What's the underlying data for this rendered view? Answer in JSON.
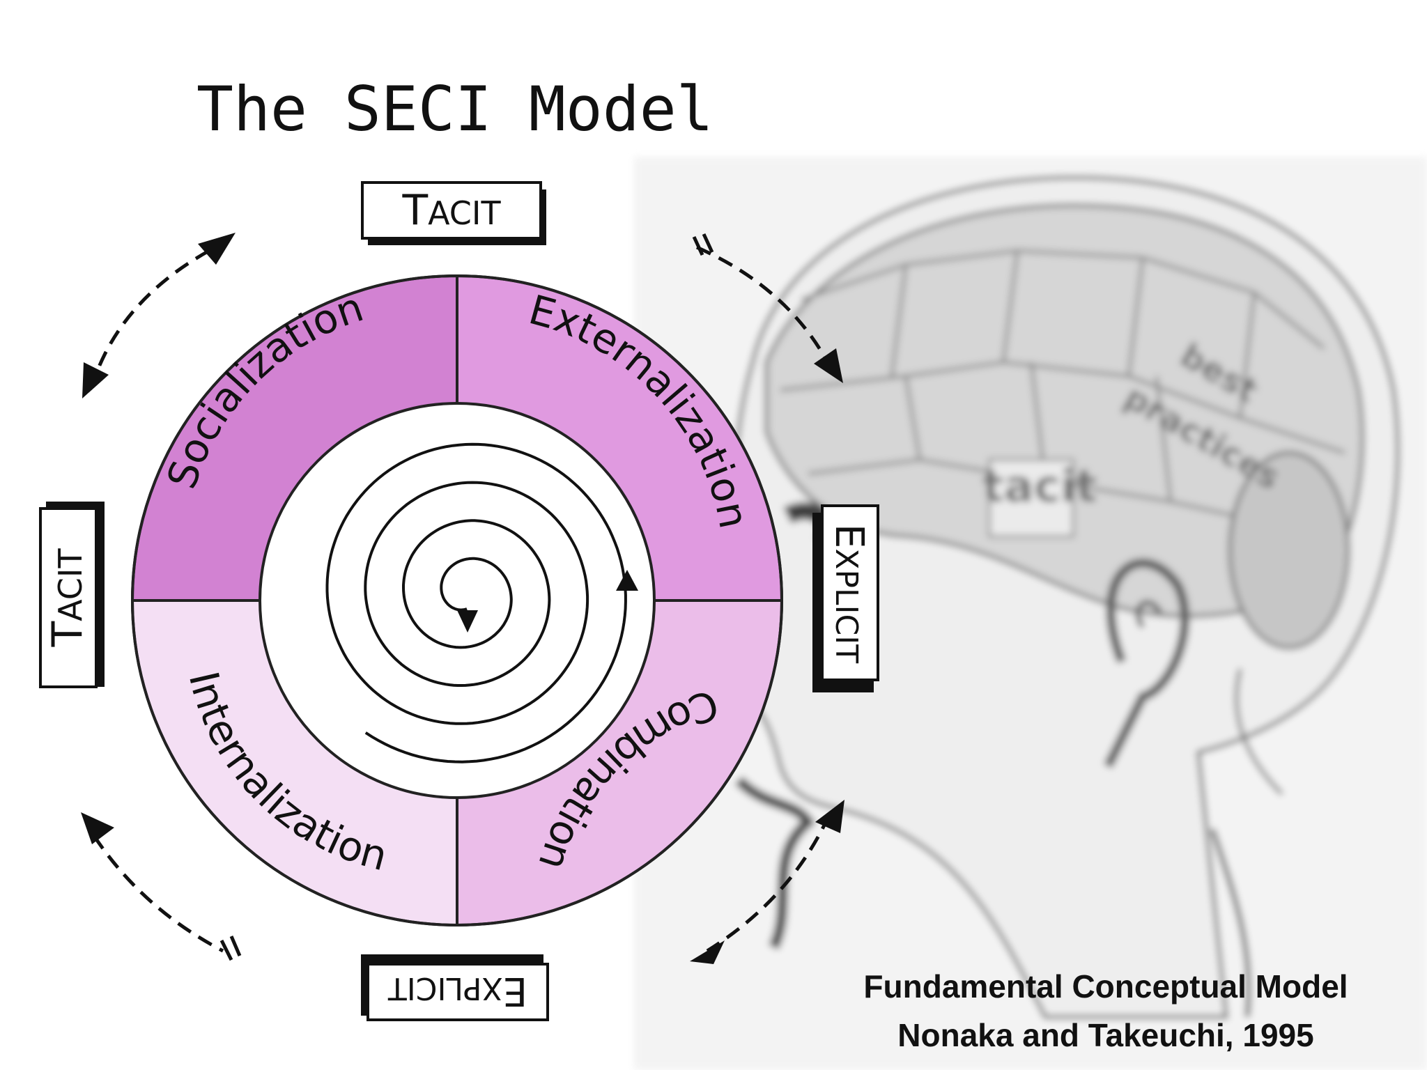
{
  "slide": {
    "title": "The SECI Model",
    "caption_line1": "Fundamental Conceptual Model",
    "caption_line2": "Nonaka and Takeuchi, 1995"
  },
  "labels": {
    "top": {
      "first": "T",
      "rest": "ACIT"
    },
    "left": {
      "first": "T",
      "rest": "ACIT"
    },
    "right": {
      "first": "E",
      "rest": "XPLICIT"
    },
    "bottom": {
      "first": "E",
      "rest": "XPLICIT"
    }
  },
  "quadrants": {
    "socialization": "Socialization",
    "externalization": "Externalization",
    "combination": "Combination",
    "internalization": "Internalization"
  },
  "brain": {
    "text_tacit": "tacit",
    "text_best": "best",
    "text_practices": "practices"
  },
  "colors": {
    "socialization": "#d282d2",
    "externalization": "#e09ae0",
    "combination": "#ebbde9",
    "internalization": "#f4dff4",
    "ink": "#111111"
  }
}
